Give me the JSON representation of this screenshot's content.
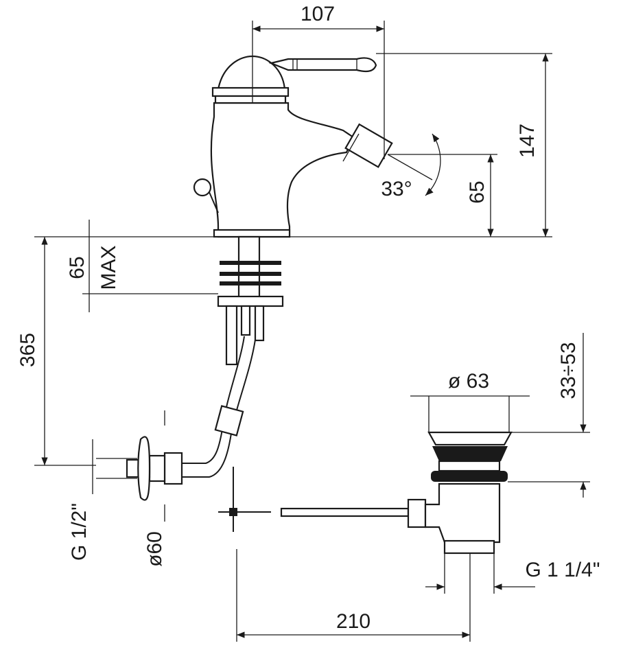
{
  "title": "Bidet mixer technical drawing",
  "dimensions": {
    "spout_reach": "107",
    "total_height": "147",
    "spout_height": "65",
    "spout_angle": "33°",
    "deck_thickness": "65",
    "deck_thickness_note": "MAX",
    "shank_length": "365",
    "waste_diameter": "ø 63",
    "waste_height_range": "33÷53",
    "inlet_thread": "G 1/2\"",
    "flange_diameter": "ø60",
    "waste_thread": "G 1 1/4\"",
    "waste_distance": "210"
  },
  "colors": {
    "line": "#1a1a1a",
    "background": "#ffffff"
  }
}
